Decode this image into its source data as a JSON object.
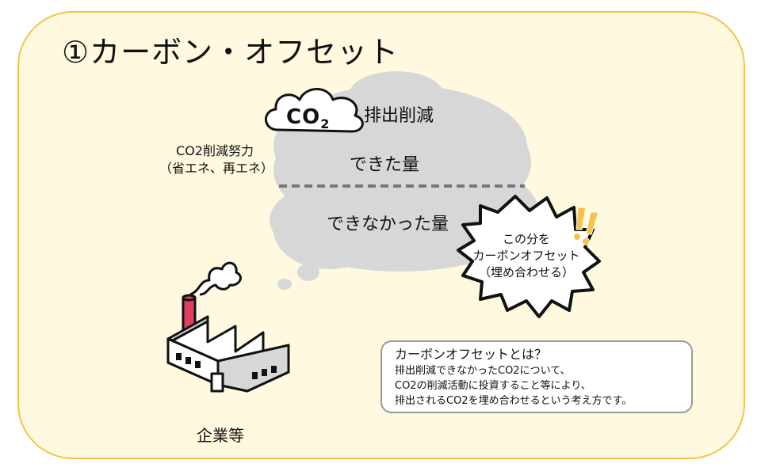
{
  "title": "①カーボン・オフセット",
  "cloud": {
    "co2_label": "CO",
    "co2_sub": "2",
    "heading": "排出削減",
    "achieved": "できた量",
    "not_achieved": "できなかった量"
  },
  "effort": {
    "line1": "CO2削減努力",
    "line2": "（省エネ、再エネ）"
  },
  "burst": {
    "line1": "この分を",
    "line2": "カーボンオフセット",
    "line3": "（埋め合わせる）"
  },
  "company": "企業等",
  "note": {
    "title": "カーボンオフセットとは？",
    "lines": [
      "排出削減できなかったCO2について、",
      "CO2の削減活動に投資すること等により、",
      "排出されるCO2を埋め合わせるという考え方です。"
    ]
  },
  "colors": {
    "panel_bg": "#fff9e0",
    "panel_border": "#f4c44a",
    "cloud": "#d7d7d7",
    "chimney": "#e0405f",
    "exclamation": "#f4c44a"
  },
  "icons": {
    "cloud_icon": "co2-cloud-icon",
    "factory_icon": "factory-icon",
    "smoke_icon": "smoke-icon",
    "burst_icon": "speech-burst-icon",
    "exclamation_icon": "exclamation-icon"
  }
}
